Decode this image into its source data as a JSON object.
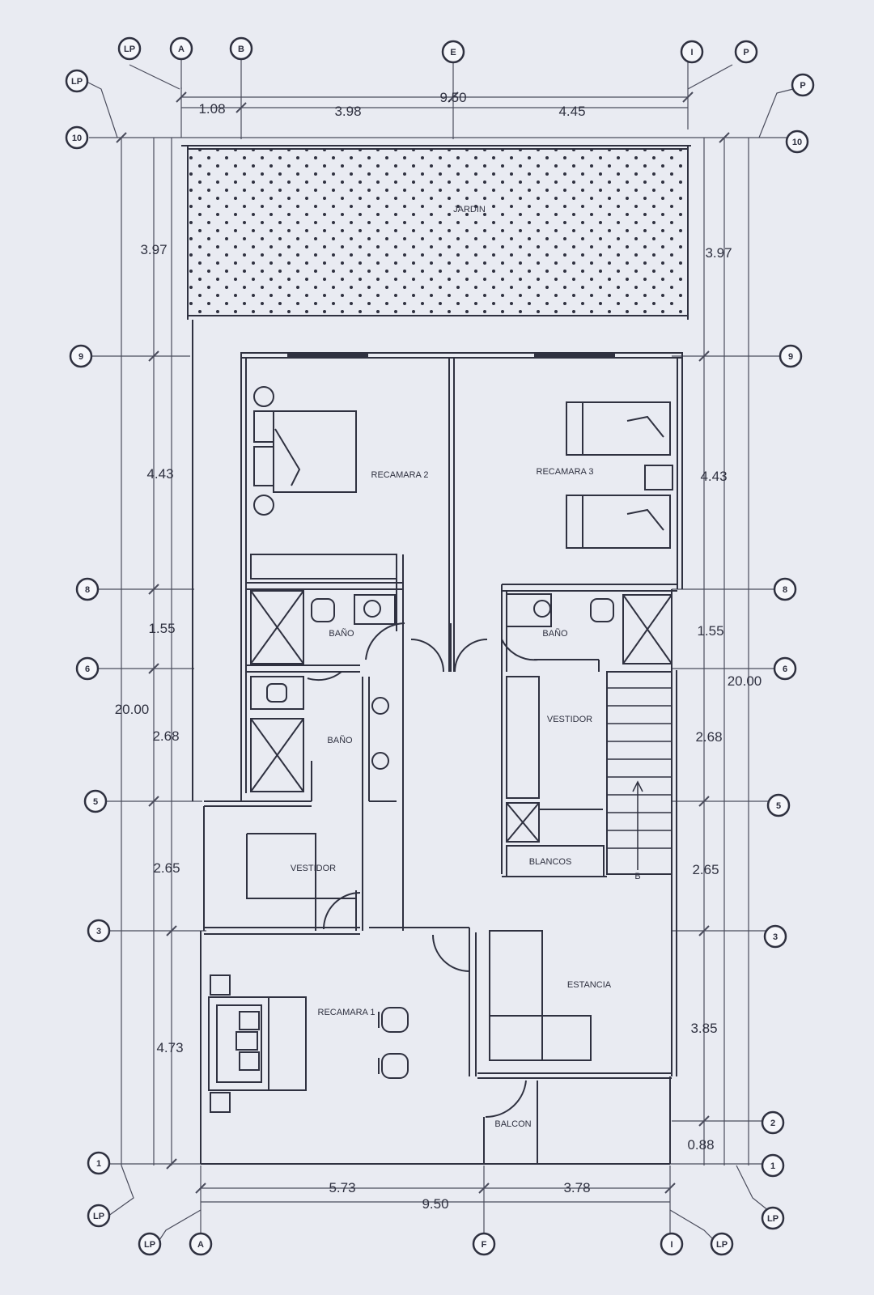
{
  "title": "",
  "top_dims": {
    "total": "9.50",
    "seg_1": "1.08",
    "seg_2": "3.98",
    "seg_3": "4.45"
  },
  "bottom_dims": {
    "total": "9.50",
    "seg_1": "5.73",
    "seg_2": "3.78"
  },
  "left_dims": {
    "total": "20.00",
    "d1": "3.97",
    "d2": "4.43",
    "d3": "1.55",
    "d4": "2.68",
    "d5": "2.65",
    "d6": "4.73"
  },
  "right_dims": {
    "total": "20.00",
    "d1": "3.97",
    "d2": "4.43",
    "d3": "1.55",
    "d4": "2.68",
    "d5": "2.65",
    "d6": "3.85",
    "d7": "0.88"
  },
  "grid_top": {
    "c1": "LP",
    "c2": "A",
    "c3": "B",
    "c4": "E",
    "c5": "I",
    "c6": "P"
  },
  "grid_bottom": {
    "c1": "LP",
    "c2": "A",
    "c3": "F",
    "c4": "I",
    "c5": "LP"
  },
  "grid_rows": {
    "r10": "10",
    "r9": "9",
    "r8": "8",
    "r6": "6",
    "r5": "5",
    "r3": "3",
    "r2": "2",
    "r1": "1",
    "lp_left_top": "LP",
    "lp_right_top": "P",
    "lp_left_bottom": "LP",
    "lp_right_bottom": "LP"
  },
  "rooms": {
    "jardin": "JARDIN",
    "recamara2": "RECAMARA 2",
    "recamara3": "RECAMARA 3",
    "bano_top_left": "BAÑO",
    "bano_top_right": "BAÑO",
    "bano_mid": "BAÑO",
    "vestidor_right": "VESTIDOR",
    "vestidor_left": "VESTIDOR",
    "blancos": "BLANCOS",
    "estancia": "ESTANCIA",
    "recamara1": "RECAMARA 1",
    "balcon": "BALCON",
    "stair_b": "B"
  },
  "colors": {
    "paper": "#e9ebf2",
    "ink": "#2f3140",
    "line": "#4a4c5c"
  }
}
